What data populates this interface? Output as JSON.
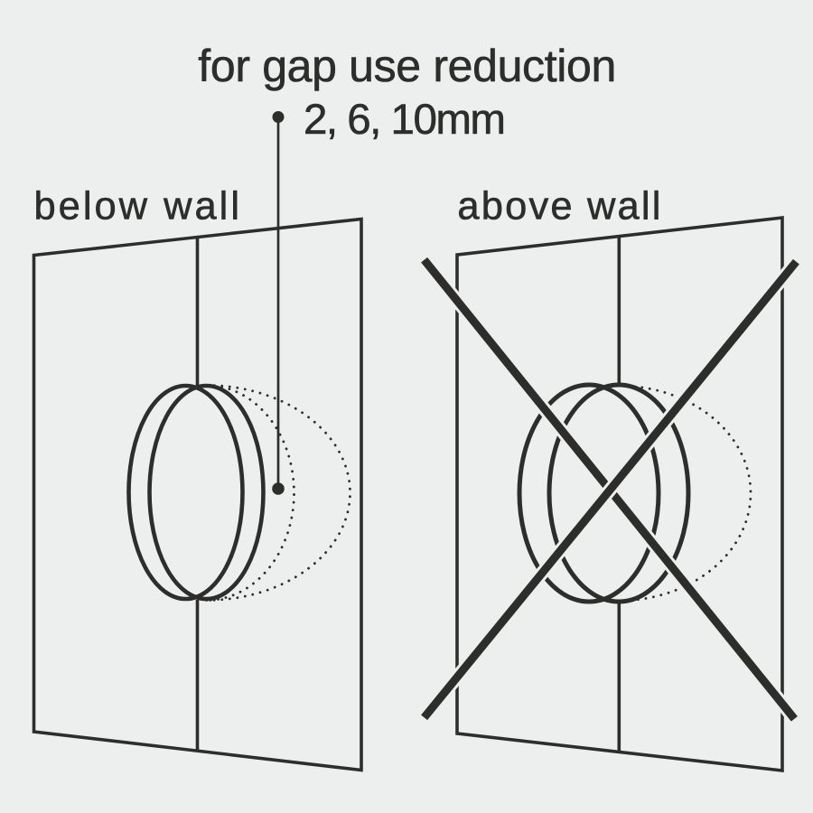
{
  "colors": {
    "background": "#edefee",
    "ink": "#2d2d2c"
  },
  "annotation": {
    "line1": "for gap use reduction",
    "line2": "2, 6, 10mm"
  },
  "panels": {
    "left": {
      "label": "below wall",
      "crossed_out": false
    },
    "right": {
      "label": "above wall",
      "crossed_out": true
    }
  }
}
